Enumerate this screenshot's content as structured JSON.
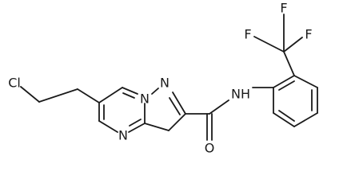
{
  "molecule": {
    "atom_labels": {
      "chlorine": "Cl",
      "n_bridgehead": "N",
      "n_pyrazole": "N",
      "n_pyrimidine": "N",
      "nh": "NH",
      "oxygen": "O",
      "f_top": "F",
      "f_left": "F",
      "f_right": "F"
    }
  }
}
